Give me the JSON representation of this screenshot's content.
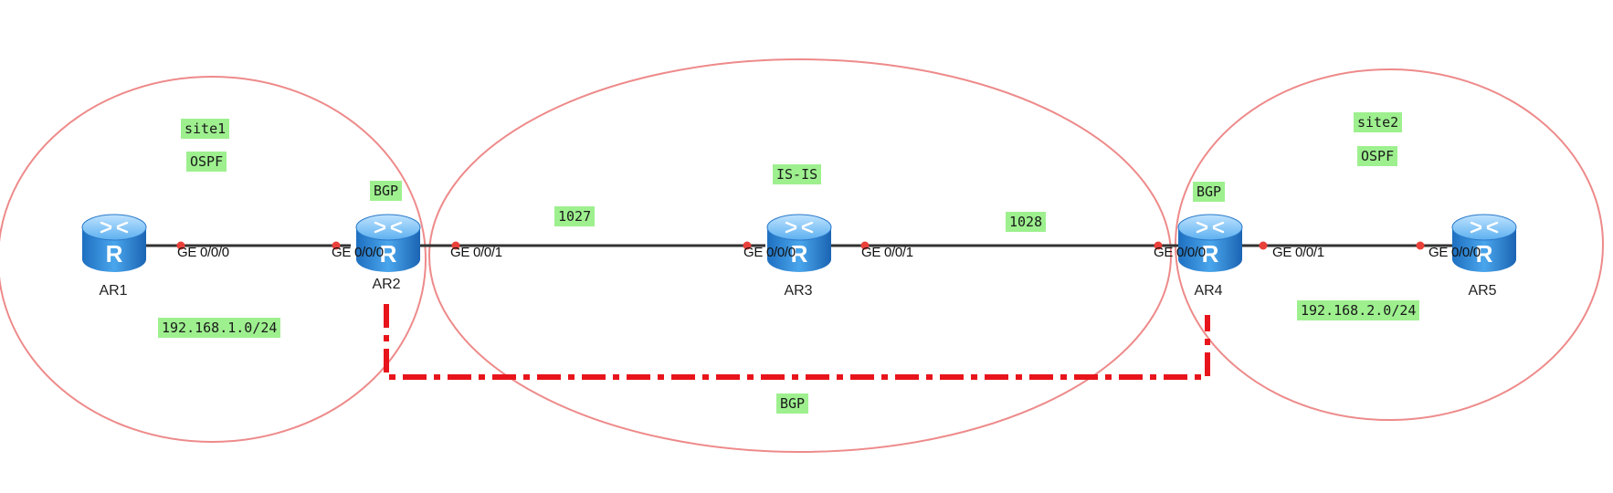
{
  "routers": [
    {
      "id": "AR1",
      "label": "AR1"
    },
    {
      "id": "AR2",
      "label": "AR2"
    },
    {
      "id": "AR3",
      "label": "AR3"
    },
    {
      "id": "AR4",
      "label": "AR4"
    },
    {
      "id": "AR5",
      "label": "AR5"
    }
  ],
  "areas": {
    "site1": {
      "name": "site1",
      "protocol": "OSPF",
      "network": "192.168.1.0/24"
    },
    "core": {
      "protocol": "IS-IS"
    },
    "site2": {
      "name": "site2",
      "protocol": "OSPF",
      "network": "192.168.2.0/24"
    }
  },
  "labels": {
    "bgp_ar2": "BGP",
    "bgp_ar4": "BGP",
    "bgp_peering": "BGP",
    "link_ar2_ar3": "1027",
    "link_ar3_ar4": "1028"
  },
  "ports": {
    "ar1_ge000": "GE 0/0/0",
    "ar2_ge000": "GE 0/0/0",
    "ar2_ge001": "GE 0/0/1",
    "ar3_ge000": "GE 0/0/0",
    "ar3_ge001": "GE 0/0/1",
    "ar4_ge000": "GE 0/0/0",
    "ar4_ge001": "GE 0/0/1",
    "ar5_ge000": "GE 0/0/0"
  },
  "colors": {
    "area_border": "#ee8a8a",
    "bgp_session": "#e8141c",
    "tag_fill": "#9ef08f",
    "port_dot": "#e9403a",
    "router_body": "#2f86d6"
  }
}
